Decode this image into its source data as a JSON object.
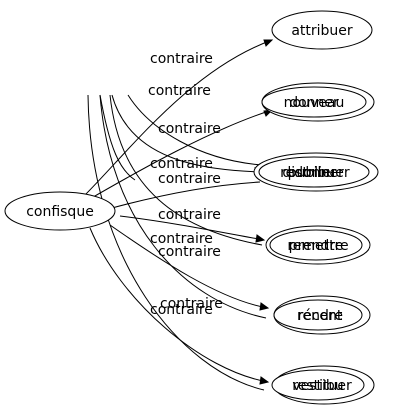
{
  "source": {
    "label": "confisque"
  },
  "edge_label": "contraire",
  "targets": [
    {
      "id": "attribuer",
      "labels": [
        "attribuer"
      ]
    },
    {
      "id": "donner",
      "labels": [
        "donner",
        "nouveau"
      ]
    },
    {
      "id": "distribuer",
      "labels": [
        "distribuer",
        "redonner",
        "publier"
      ]
    },
    {
      "id": "prendre",
      "labels": [
        "prendre",
        "remettre"
      ]
    },
    {
      "id": "rendre",
      "labels": [
        "rendre",
        "récent"
      ]
    },
    {
      "id": "restituer",
      "labels": [
        "restituer",
        "vestibu"
      ]
    }
  ]
}
